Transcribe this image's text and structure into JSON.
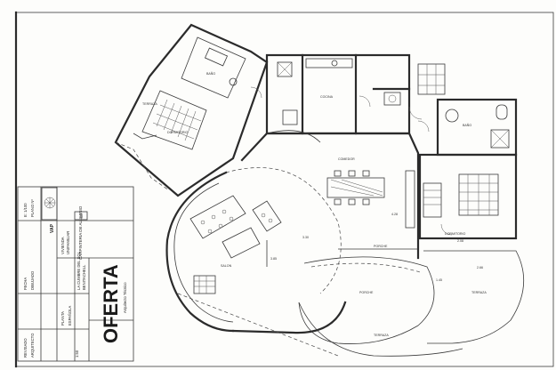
{
  "drawing": {
    "vertical_title": "CARPINTERIA DE ALUMINIO",
    "scale_badge": "485",
    "dimensions": [
      "4.28",
      "3.85",
      "2.08",
      "3.30",
      "2.66",
      "1.45"
    ],
    "room_labels": [
      "TERRAZA",
      "DORMITORIO",
      "BAÑO",
      "COCINA",
      "COMEDOR",
      "SALON",
      "DORMITORIO",
      "BAÑO",
      "TERRAZA",
      "PORCHE",
      "TERRAZA"
    ]
  },
  "title_block": {
    "stamp": "OFERTA",
    "stamp_sub": "Arquitecto Técnico",
    "project_lines": [
      "VIVIENDA",
      "UNIFAMILIAR",
      "LA CUMBRE DEL SOL",
      "BENITACHELL"
    ],
    "sheet_lines": [
      "PLANTA",
      "ESPAÑOLA",
      "1:50"
    ],
    "logo_text": "VAP",
    "cells": [
      "E: 1/100",
      "PLANO Nº",
      "FECHA",
      "DIBUJADO",
      "REVISADO",
      "ARQUITECTO"
    ]
  },
  "colors": {
    "ink": "#2b2b2b",
    "paper": "#fdfdfb"
  }
}
